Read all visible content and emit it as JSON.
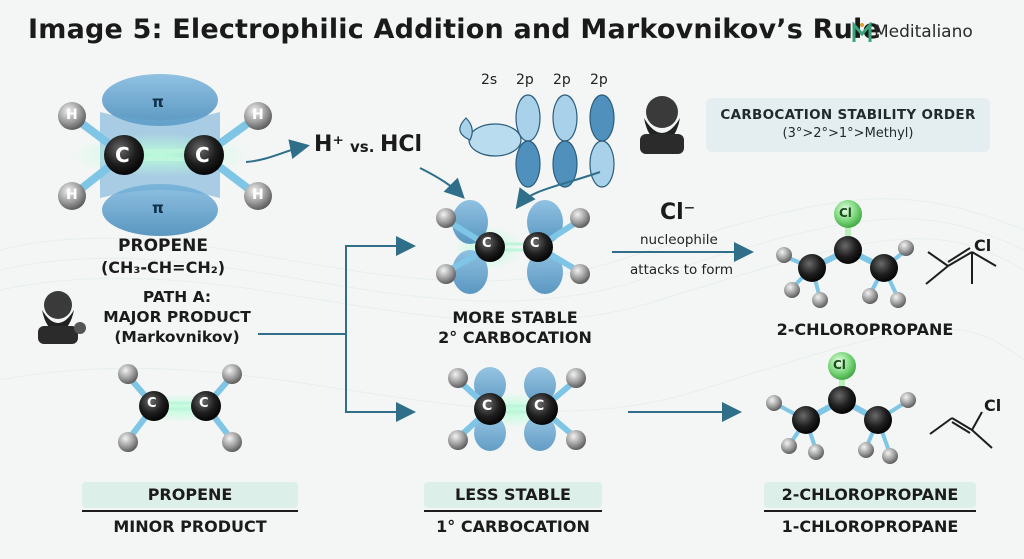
{
  "header": {
    "title": "Image 5: Electrophilic Addition and Markovnikov’s Rule",
    "brand": "Meditaliano"
  },
  "reactant": {
    "pi_label": "π",
    "atom_c": "C",
    "atom_h": "H",
    "name": "PROPENE",
    "formula": "(CH₃-CH=CH₂)"
  },
  "reagent": {
    "h_plus": "H⁺",
    "vs": "vs.",
    "hcl": "HCl"
  },
  "orbitals": [
    "2s",
    "2p",
    "2p",
    "2p"
  ],
  "stability": {
    "title": "CARBOCATION STABILITY ORDER",
    "order": "(3°>2°>1°>Methyl)"
  },
  "path_a": {
    "line1": "PATH A:",
    "line2": "MAJOR PRODUCT",
    "line3": "(Markovnikov)"
  },
  "more_stable": {
    "line1": "MORE STABLE",
    "line2": "2° CARBOCATION"
  },
  "nucleophile": {
    "ion": "Cl⁻",
    "line1": "nucleophile",
    "line2": "attacks to form"
  },
  "product_major": {
    "name": "2-CHLOROPROPANE",
    "cl": "Cl"
  },
  "bottom": {
    "left_top": "PROPENE",
    "left_bottom": "MINOR PRODUCT",
    "mid_top": "LESS STABLE",
    "mid_bottom": "1° CARBOCATION",
    "right_top": "2-CHLOROPROPANE",
    "right_bottom": "1-CHLOROPROPANE"
  },
  "colors": {
    "arrow": "#2f6f8a",
    "orbital": "#5b9fc8",
    "glow": "#9ef0c9",
    "carbon": "#1c1c1c",
    "hydrogen": "#8a8a8a",
    "chlorine": "#6ed36e"
  }
}
